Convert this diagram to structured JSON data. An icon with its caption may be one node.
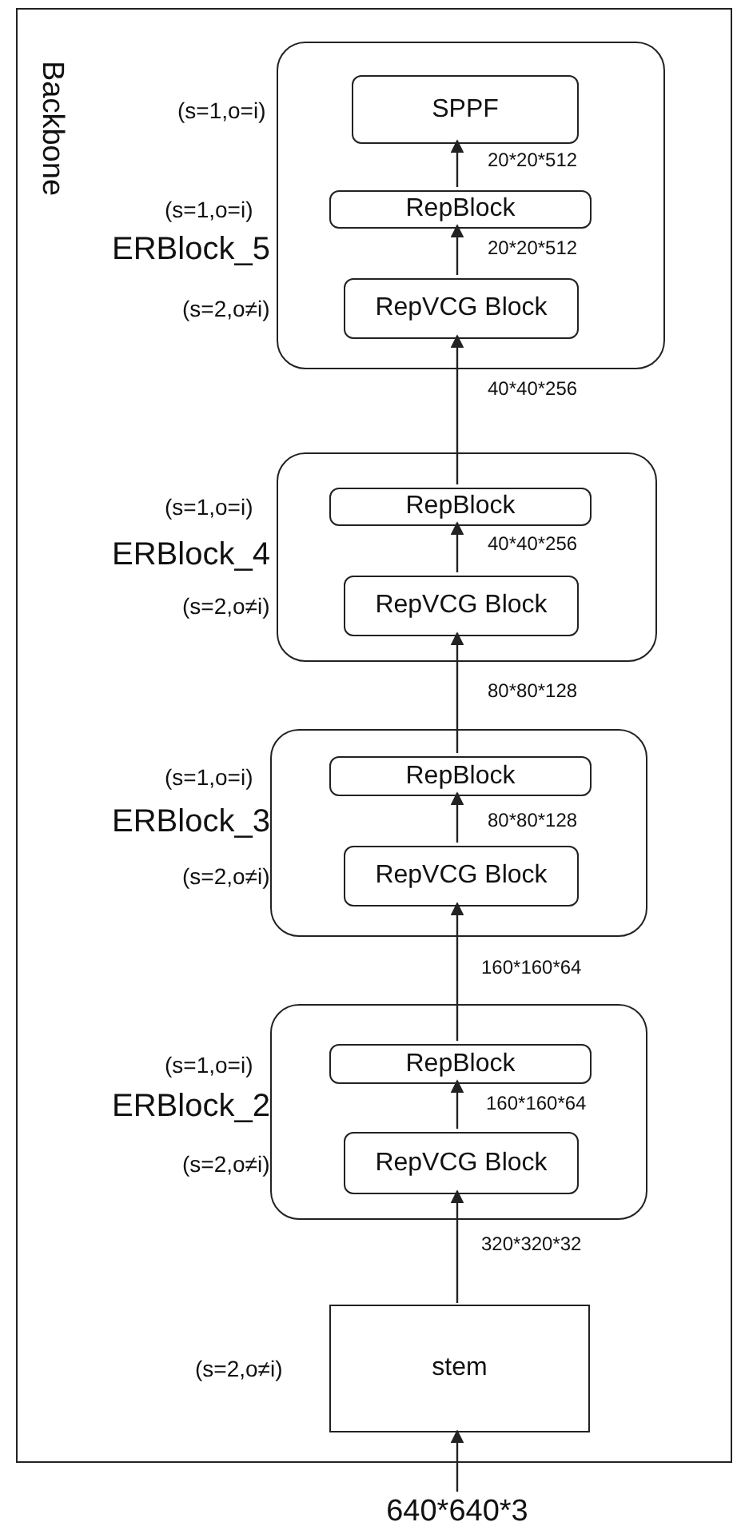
{
  "diagram": {
    "nodes": [
      {
        "text": [
          "Backbone"
        ]
      },
      {
        "text": [
          "ERBlock_5"
        ],
        "in": 0
      },
      {
        "text": [
          "SPPF"
        ],
        "in": 1,
        "beside": [
          "(s=1,o=i)"
        ]
      },
      {
        "text": [
          "RepBlock"
        ],
        "in": 1,
        "beside": [
          "(s=1,o=i)"
        ]
      },
      {
        "text": [
          "RepVCG Block"
        ],
        "in": 1,
        "beside": [
          "(s=2,o≠i)"
        ]
      },
      {
        "text": [
          "ERBlock_4"
        ],
        "in": 0
      },
      {
        "text": [
          "RepBlock"
        ],
        "in": 5,
        "beside": [
          "(s=1,o=i)"
        ]
      },
      {
        "text": [
          "RepVCG Block"
        ],
        "in": 5,
        "beside": [
          "(s=2,o≠i)"
        ]
      },
      {
        "text": [
          "ERBlock_3"
        ],
        "in": 0
      },
      {
        "text": [
          "RepBlock"
        ],
        "in": 8,
        "beside": [
          "(s=1,o=i)"
        ]
      },
      {
        "text": [
          "RepVCG Block"
        ],
        "in": 8,
        "beside": [
          "(s=2,o≠i)"
        ]
      },
      {
        "text": [
          "ERBlock_2"
        ],
        "in": 0
      },
      {
        "text": [
          "RepBlock"
        ],
        "in": 11,
        "beside": [
          "(s=1,o=i)"
        ]
      },
      {
        "text": [
          "RepVCG Block"
        ],
        "in": 11,
        "beside": [
          "(s=2,o≠i)"
        ]
      },
      {
        "text": [
          "stem"
        ],
        "in": 0,
        "beside": [
          "(s=2,o≠i)"
        ]
      },
      {
        "text": [
          "640*640*3"
        ]
      }
    ],
    "edges": [
      {
        "from": 15,
        "to": 14,
        "arrow": "to"
      },
      {
        "from": 14,
        "to": 13,
        "arrow": "to",
        "label": "320*320*32"
      },
      {
        "from": 13,
        "to": 12,
        "arrow": "to",
        "label": "160*160*64"
      },
      {
        "from": 12,
        "to": 10,
        "arrow": "to",
        "label": "160*160*64"
      },
      {
        "from": 10,
        "to": 9,
        "arrow": "to",
        "label": "80*80*128"
      },
      {
        "from": 9,
        "to": 7,
        "arrow": "to",
        "label": "80*80*128"
      },
      {
        "from": 7,
        "to": 6,
        "arrow": "to",
        "label": "40*40*256"
      },
      {
        "from": 6,
        "to": 4,
        "arrow": "to",
        "label": "40*40*256"
      },
      {
        "from": 4,
        "to": 3,
        "arrow": "to",
        "label": "20*20*512"
      },
      {
        "from": 3,
        "to": 2,
        "arrow": "to",
        "label": "20*20*512"
      }
    ]
  }
}
